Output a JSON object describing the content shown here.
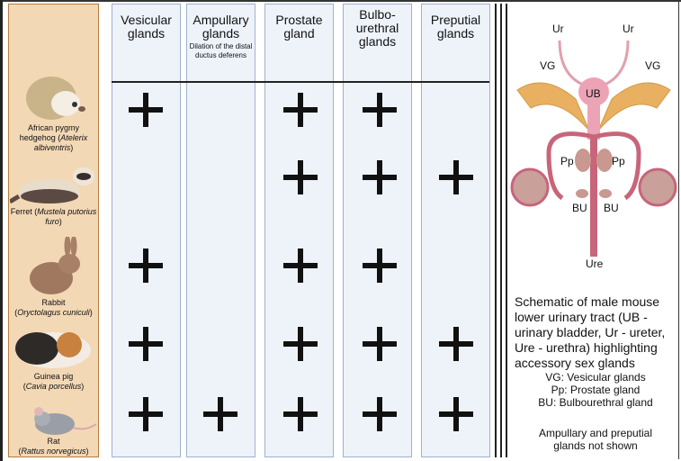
{
  "animals": [
    {
      "common": "African pygmy hedgehog (",
      "latin": "Atelerix albiventris",
      "close": ")"
    },
    {
      "common": "Ferret (",
      "latin": "Mustela putorius furo",
      "close": ")"
    },
    {
      "common": "Rabbit",
      "latin": "Oryctolagus cuniculi",
      "close": ")",
      "open": "("
    },
    {
      "common": "Guinea pig",
      "latin": "Cavia porcellus",
      "close": ")",
      "open": "("
    },
    {
      "common": "Rat",
      "latin": "Rattus norvegicus",
      "close": ")",
      "open": "("
    }
  ],
  "columns": [
    {
      "title": "Vesicular glands",
      "present": [
        true,
        false,
        true,
        true,
        true
      ]
    },
    {
      "title": "Ampullary glands",
      "subtitle": "Dilation of the distal ductus deferens",
      "present": [
        false,
        false,
        false,
        false,
        true
      ]
    },
    {
      "title": "Prostate gland",
      "present": [
        true,
        true,
        true,
        true,
        true
      ]
    },
    {
      "title": "Bulbo-urethral glands",
      "present": [
        true,
        true,
        true,
        true,
        true
      ]
    },
    {
      "title": "Preputial glands",
      "present": [
        false,
        true,
        false,
        true,
        true
      ]
    }
  ],
  "diagram": {
    "ur": "Ur",
    "vg": "VG",
    "ub": "UB",
    "pp": "Pp",
    "bu": "BU",
    "ure": "Ure"
  },
  "caption": "Schematic of male mouse lower urinary tract (UB - urinary bladder, Ur - ureter, Ure - urethra) highlighting accessory sex glands",
  "legend": [
    "VG: Vesicular glands",
    "Pp: Prostate gland",
    "BU: Bulbourethral gland"
  ],
  "note": "Ampullary and preputial glands not shown"
}
